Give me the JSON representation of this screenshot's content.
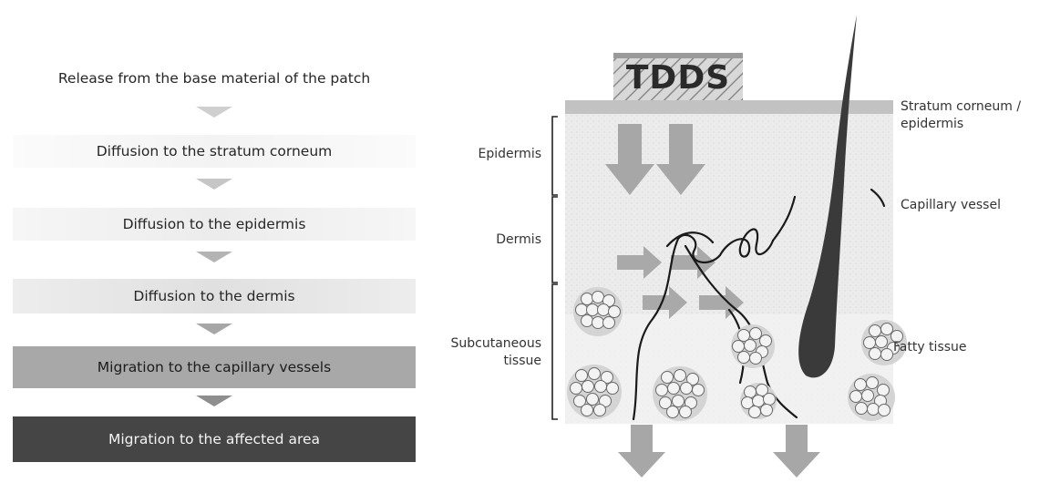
{
  "flow": {
    "steps": [
      "Release from the base material of the patch",
      "Diffusion to the stratum corneum",
      "Diffusion to the epidermis",
      "Diffusion to the dermis",
      "Migration to the capillary vessels",
      "Migration to the affected area"
    ],
    "colors": {
      "step4_bg": "#a8a8a8",
      "step5_bg": "#454545",
      "arrow": "#b4b4b4"
    }
  },
  "diagram": {
    "patch_label": "TDDS",
    "layers_left": {
      "epidermis": "Epidermis",
      "dermis": "Dermis",
      "subcutaneous_line1": "Subcutaneous",
      "subcutaneous_line2": "tissue"
    },
    "labels_right": {
      "stratum_line1": "Stratum corneum /",
      "stratum_line2": "epidermis",
      "capillary": "Capillary vessel",
      "fatty": "Fatty tissue"
    },
    "colors": {
      "arrow": "#a7a7a7",
      "hair": "#3a3a3a",
      "skin": "#ececec",
      "fat": "#d4d4d4"
    }
  }
}
